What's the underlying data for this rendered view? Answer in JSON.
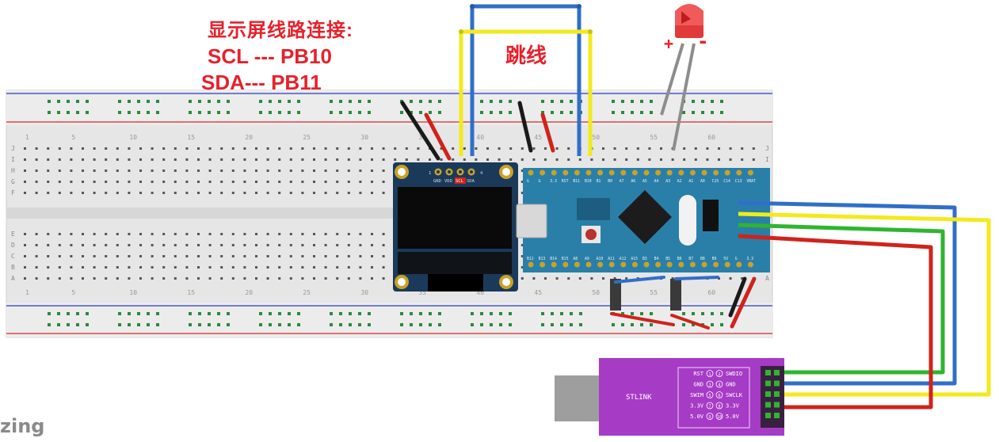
{
  "annotations": {
    "title": "显示屏线路连接:",
    "scl_line": "SCL --- PB10",
    "sda_line": "SDA--- PB11",
    "jumper_label": "跳线",
    "led_plus": "+",
    "led_minus": "-"
  },
  "breadboard": {
    "row_letters_top": [
      "J",
      "I",
      "H",
      "G",
      "F"
    ],
    "row_letters_bottom": [
      "E",
      "D",
      "C",
      "B",
      "A"
    ],
    "column_numbers": [
      "1",
      "5",
      "10",
      "15",
      "20",
      "25",
      "30",
      "35",
      "40",
      "45",
      "50",
      "55",
      "60"
    ]
  },
  "oled": {
    "pins": [
      "GND",
      "VDD",
      "SCL",
      "SDA"
    ],
    "pin_numbers": [
      "1",
      "4"
    ]
  },
  "stm32": {
    "top_pins": [
      "G",
      "G",
      "3.3",
      "RST",
      "B11",
      "B10",
      "B1",
      "B0",
      "A7",
      "A6",
      "A5",
      "A4",
      "A3",
      "A2",
      "A1",
      "A0",
      "C15",
      "C14",
      "C13",
      "VBAT"
    ],
    "bottom_pins": [
      "B12",
      "B13",
      "B14",
      "B15",
      "A8",
      "A9",
      "A10",
      "A11",
      "A12",
      "A15",
      "B3",
      "B4",
      "B5",
      "B6",
      "B7",
      "B8",
      "B9",
      "5V",
      "G",
      "3.3"
    ]
  },
  "stlink": {
    "label": "STLINK",
    "left_labels": [
      "RST",
      "GND",
      "SWIM",
      "3.3V",
      "5.0V"
    ],
    "right_labels": [
      "SWDIO",
      "GND",
      "SWCLK",
      "3.3V",
      "5.0V"
    ],
    "left_pins": [
      "1",
      "3",
      "5",
      "7",
      "9"
    ],
    "right_pins": [
      "2",
      "4",
      "6",
      "8",
      "10"
    ]
  },
  "watermark": "zing",
  "colors": {
    "annotation_red": "#e8202a",
    "wire_blue": "#2f6fc9",
    "wire_yellow": "#f2ea1c",
    "wire_green": "#2fb52f",
    "wire_red": "#d0231b",
    "wire_black": "#1a1a1a",
    "stm32_board": "#2a7fa8",
    "stlink_board": "#a63bc6",
    "oled_board": "#1b3a5a"
  }
}
